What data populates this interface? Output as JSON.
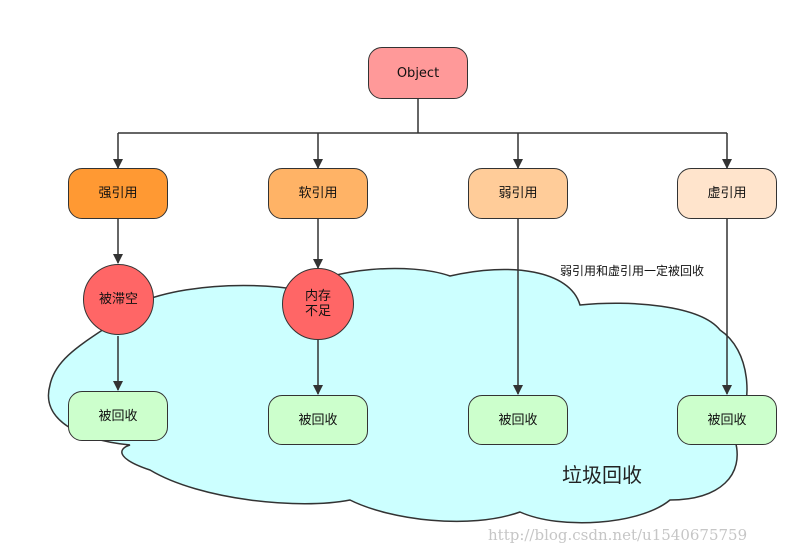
{
  "colors": {
    "root": "#ff9999",
    "strong": "#ff9933",
    "soft": "#ffb366",
    "weak": "#ffcc99",
    "phantom": "#ffe4cc",
    "condition": "#ff6666",
    "collected": "#ccffcc",
    "cloud": "#ccffff"
  },
  "nodes": {
    "root": "Object",
    "strong": "强引用",
    "soft": "软引用",
    "weak": "弱引用",
    "phantom": "虚引用",
    "strong_condition": "被滞空",
    "soft_condition": "内存\n不足",
    "collected_strong": "被回收",
    "collected_soft": "被回收",
    "collected_weak": "被回收",
    "collected_phantom": "被回收"
  },
  "annotation": "弱引用和虚引用一定被回收",
  "cloud_label": "垃圾回收",
  "watermark": "http://blog.csdn.net/u1540675759"
}
